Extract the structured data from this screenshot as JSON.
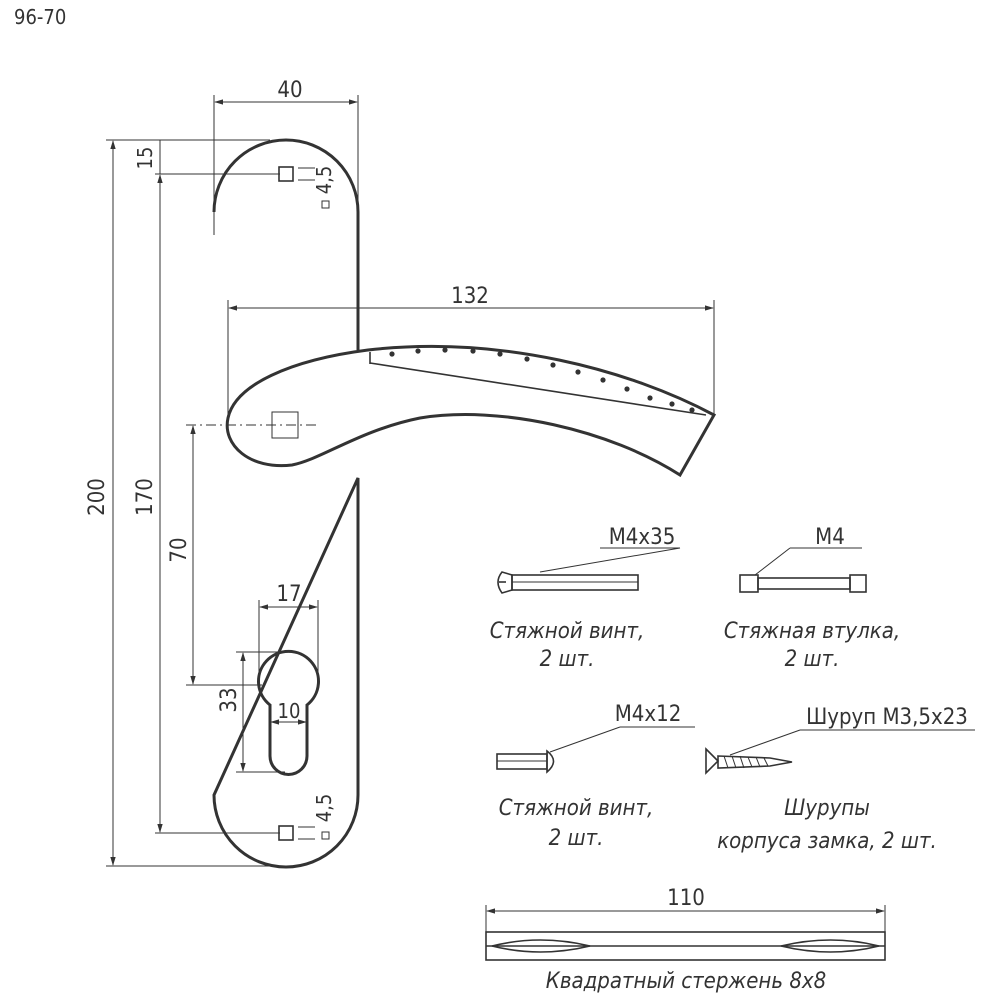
{
  "model": "96-70",
  "plate": {
    "width": "40",
    "total_height": "200",
    "screw_spacing": "170",
    "top_offset": "15",
    "hole_top": "4,5",
    "hole_bottom": "4,5",
    "spindle_to_cylinder": "70",
    "cylinder_width": "17",
    "cylinder_height": "33",
    "cylinder_slot": "10"
  },
  "handle": {
    "length": "132"
  },
  "parts": [
    {
      "spec": "M4x35",
      "name": "Стяжной винт,",
      "qty": "2 шт."
    },
    {
      "spec": "M4",
      "name": "Стяжная втулка,",
      "qty": "2 шт."
    },
    {
      "spec": "M4x12",
      "name": "Стяжной винт,",
      "qty": "2 шт."
    },
    {
      "spec": "Шуруп M3,5x23",
      "name": "Шурупы",
      "qty": "корпуса замка, 2 шт."
    }
  ],
  "spindle": {
    "length": "110",
    "name": "Квадратный стержень 8x8"
  }
}
